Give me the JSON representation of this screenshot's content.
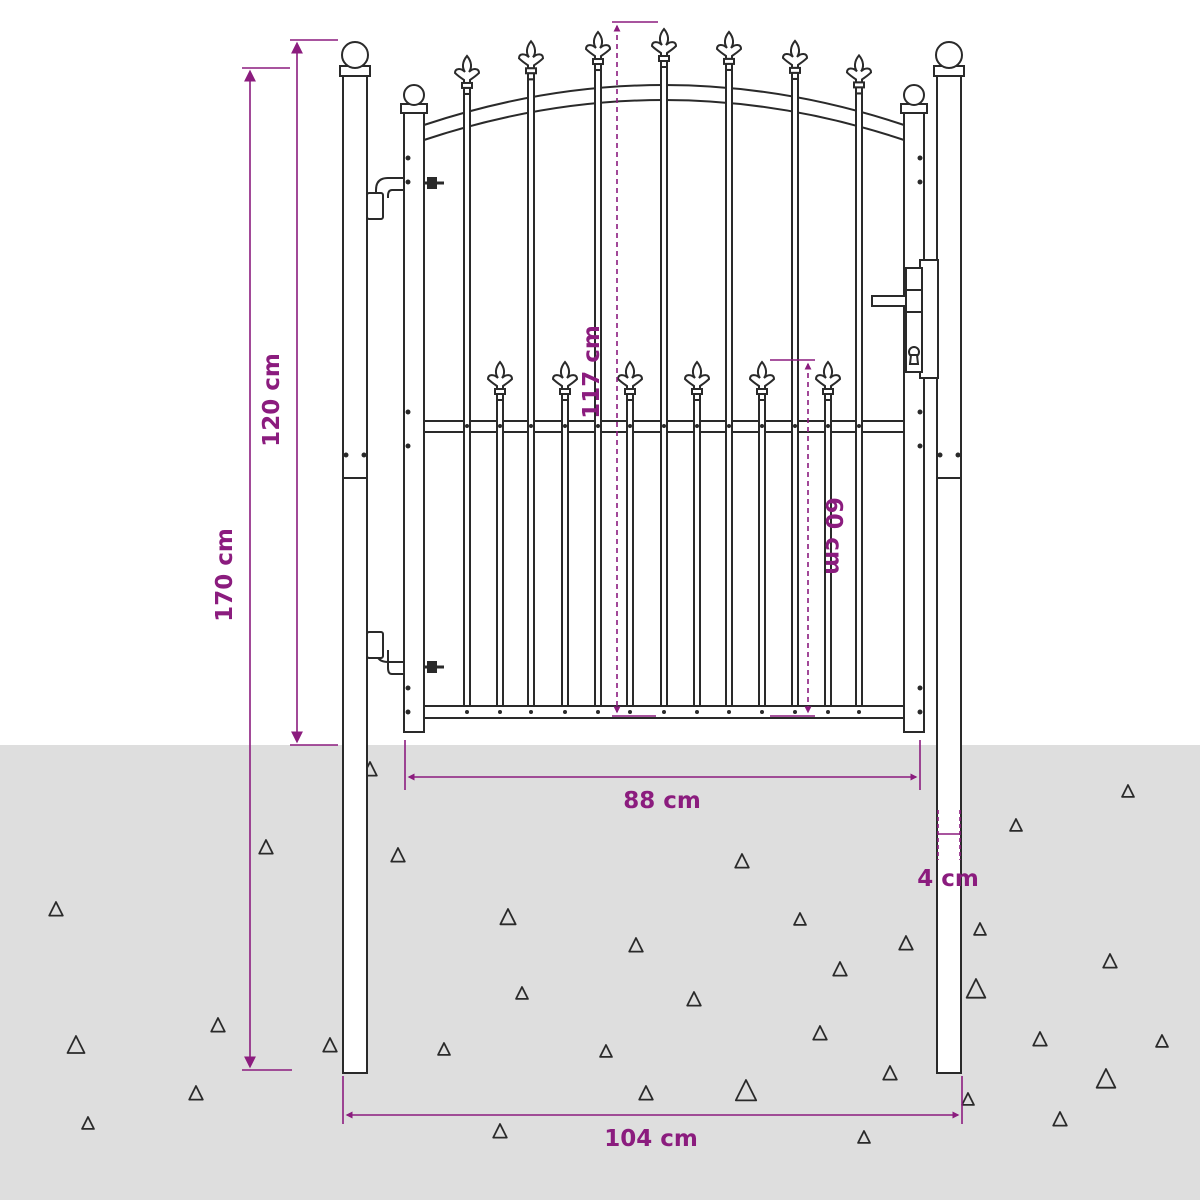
{
  "colors": {
    "accent": "#8B1C7E",
    "ground": "#DEDEDE",
    "line": "#2A2A2A",
    "background": "#FFFFFF"
  },
  "dimensions": {
    "post_height": "170 cm",
    "gate_height_side": "120 cm",
    "gate_height_center": "117 cm",
    "lower_section": "60 cm",
    "gate_width": "88 cm",
    "total_width": "104 cm",
    "post_width": "4 cm"
  }
}
